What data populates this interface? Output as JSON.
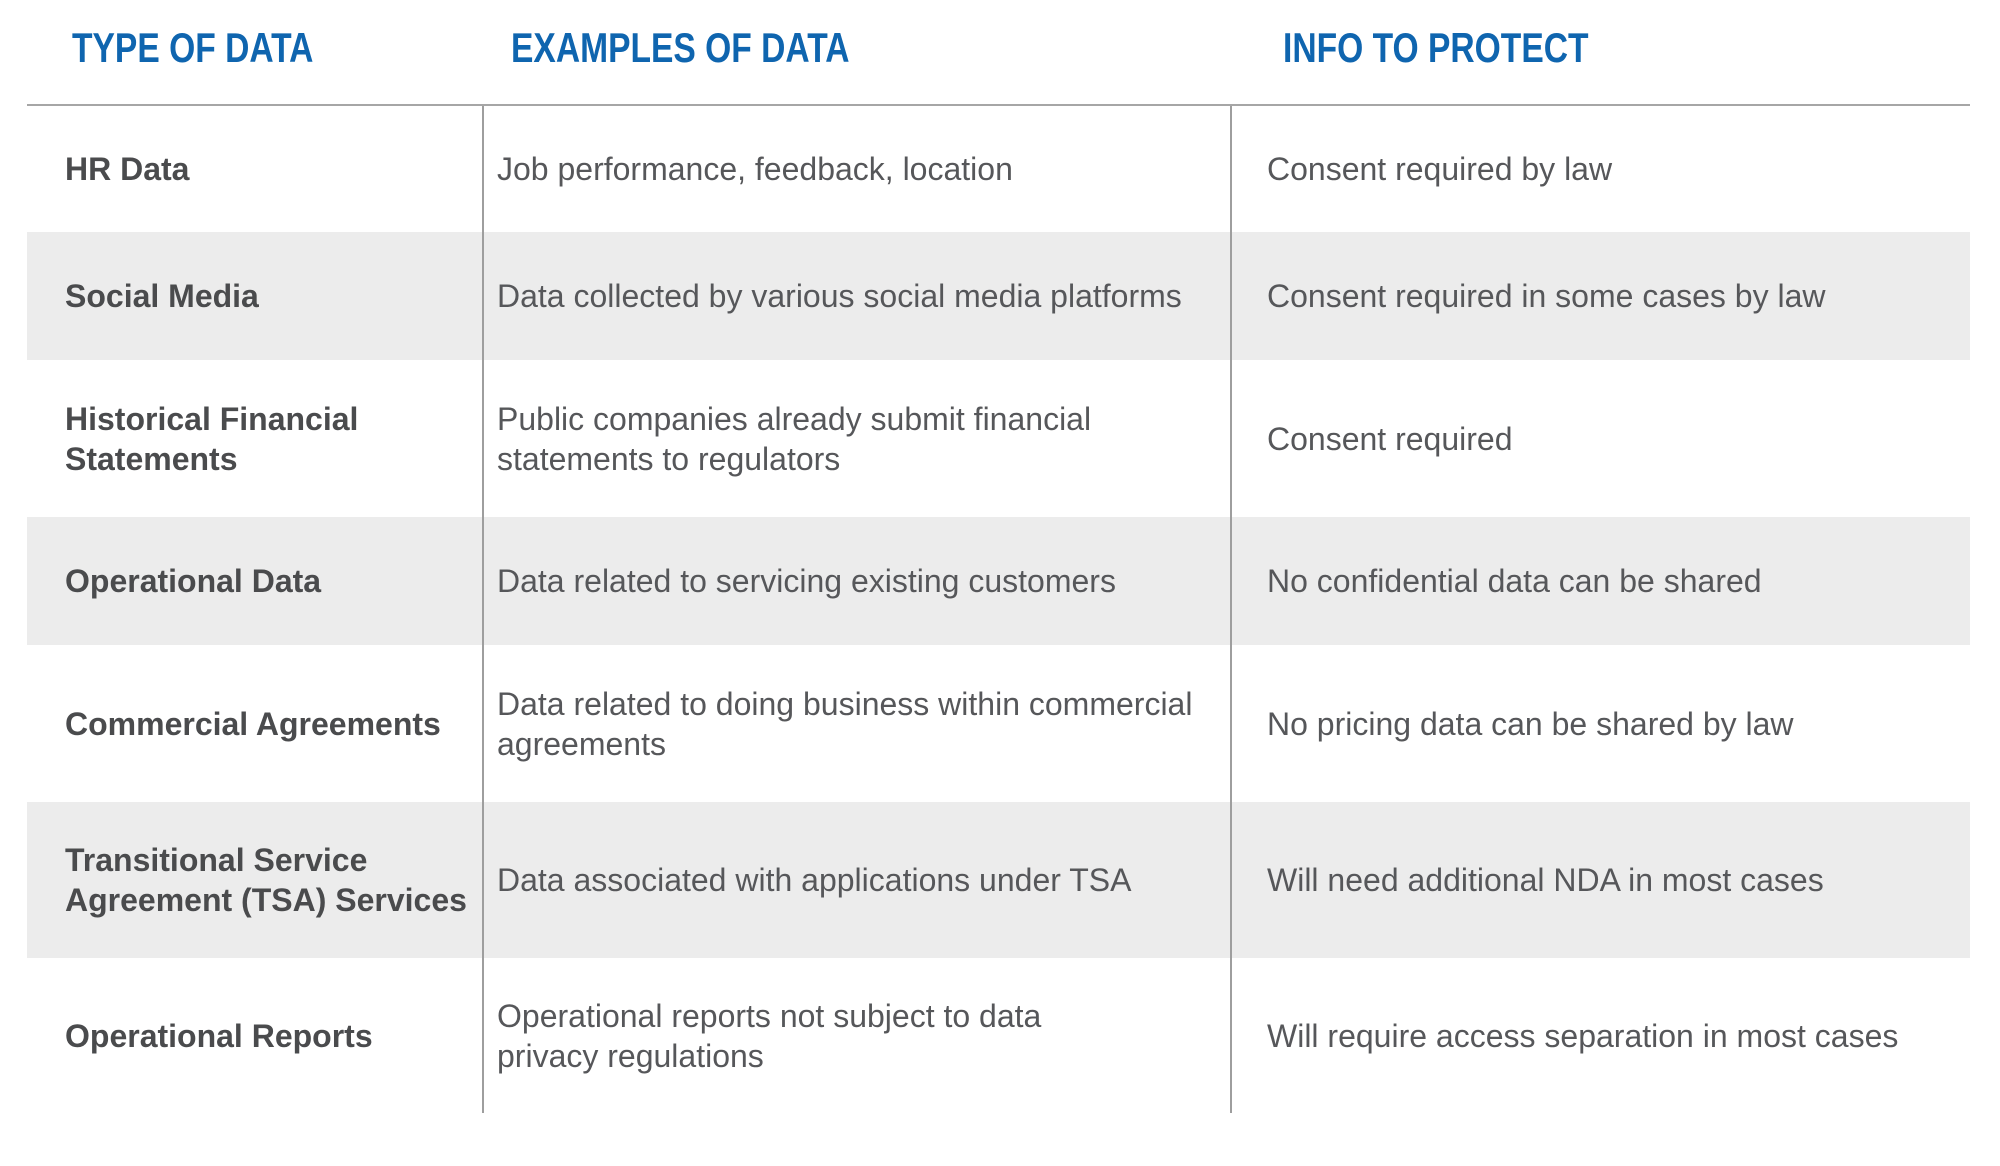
{
  "table": {
    "title": "data-classification-table",
    "headers": {
      "type_of_data": "TYPE OF DATA",
      "examples_of_data": "EXAMPLES OF DATA",
      "info_to_protect": "INFO TO PROTECT"
    },
    "rows": [
      {
        "type": "HR Data",
        "examples": "Job performance, feedback, location",
        "protect": "Consent required by law"
      },
      {
        "type": "Social Media",
        "examples": "Data collected by various social media platforms",
        "protect": "Consent required in some cases by law"
      },
      {
        "type": "Historical Financial\nStatements",
        "examples": "Public companies already submit financial\nstatements to regulators",
        "protect": "Consent required"
      },
      {
        "type": "Operational Data",
        "examples": "Data related to servicing existing customers",
        "protect": "No confidential data can be shared"
      },
      {
        "type": "Commercial Agreements",
        "examples": "Data related to doing business within commercial\nagreements",
        "protect": "No pricing data can be shared by law"
      },
      {
        "type": "Transitional Service\nAgreement (TSA) Services",
        "examples": "Data associated with applications under TSA",
        "protect": "Will need additional NDA in most cases"
      },
      {
        "type": "Operational Reports",
        "examples": "Operational reports not subject to data\nprivacy regulations",
        "protect": "Will require access separation in most cases"
      }
    ],
    "colors": {
      "header_blue": "#0f65af",
      "alt_row_background": "#ececec",
      "body_text": "#56575a",
      "row_label_text": "#4a4b4d",
      "divider_gray": "#9e9e9e",
      "header_underline_gray": "#a6a6a6"
    }
  }
}
